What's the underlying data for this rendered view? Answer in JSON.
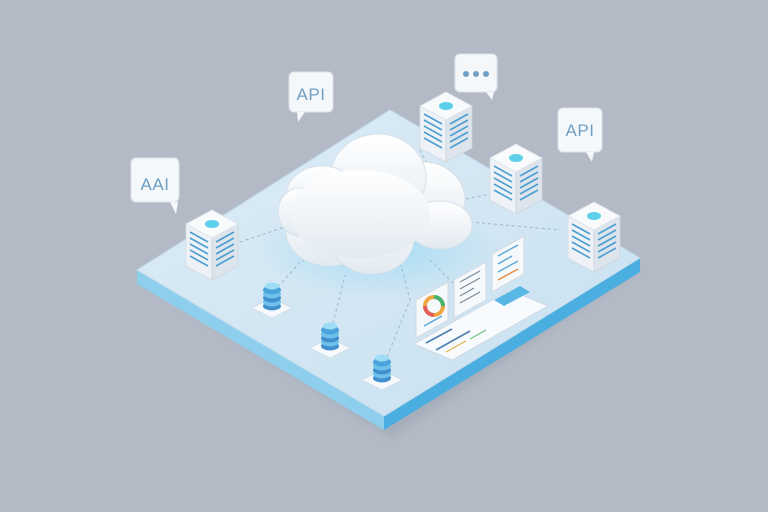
{
  "scene": {
    "background": "#b3bac6",
    "platform_top": "#d3e6f2",
    "platform_side": "#5fb8e2",
    "accent": "#5cd0ea"
  },
  "bubbles": [
    {
      "text": "API"
    },
    {
      "text": "AAI"
    },
    {
      "text": "API"
    }
  ],
  "icons": {
    "ellipsis": "ellipsis-bubble-icon",
    "cloud": "cloud-icon",
    "server": "server-rack-icon",
    "stack": "stacked-disk-icon",
    "dashboard": "dashboard-panel-icon"
  }
}
